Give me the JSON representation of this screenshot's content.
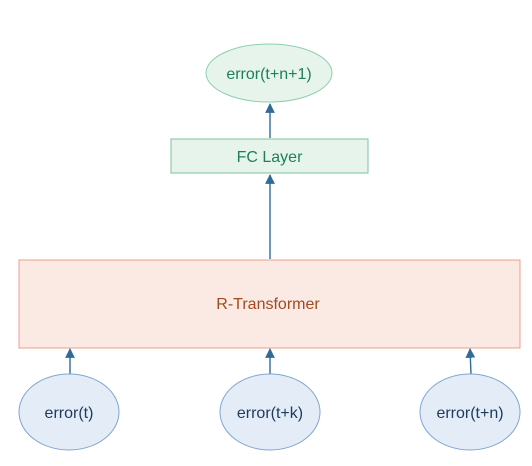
{
  "diagram": {
    "output_label": "error(t+n+1)",
    "fc_label": "FC Layer",
    "transformer_label": "R-Transformer",
    "inputs": [
      {
        "label": "error(t)"
      },
      {
        "label": "error(t+k)"
      },
      {
        "label": "error(t+n)"
      }
    ]
  },
  "colors": {
    "output_fill": "#e6f4ec",
    "output_stroke": "#8fcfae",
    "output_text": "#1e7f5a",
    "fc_fill": "#e6f4ec",
    "fc_stroke": "#7cc39d",
    "fc_text": "#1e7f5a",
    "transformer_fill": "#fbe9e4",
    "transformer_stroke": "#e8a08c",
    "transformer_text": "#a34a1e",
    "input_fill": "#e3ecf7",
    "input_stroke": "#7ea6d3",
    "input_text": "#1f3b5c",
    "arrow": "#2f6b96"
  }
}
